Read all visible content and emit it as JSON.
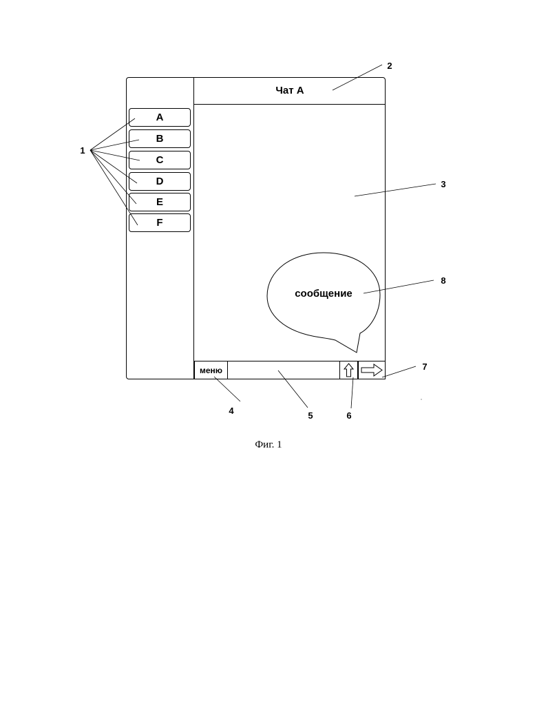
{
  "window": {
    "contacts": [
      {
        "label": "A"
      },
      {
        "label": "B"
      },
      {
        "label": "C"
      },
      {
        "label": "D"
      },
      {
        "label": "E"
      },
      {
        "label": "F"
      }
    ],
    "chat_title": "Чат А",
    "bubble_text": "сообщение",
    "menu_label": "меню",
    "input_value": "",
    "up_icon": "up-arrow-icon",
    "send_icon": "right-arrow-icon"
  },
  "callouts": {
    "contacts": "1",
    "header": "2",
    "message_area": "3",
    "menu": "4",
    "input": "5",
    "up": "6",
    "send": "7",
    "bubble": "8"
  },
  "caption": "Фиг. 1"
}
